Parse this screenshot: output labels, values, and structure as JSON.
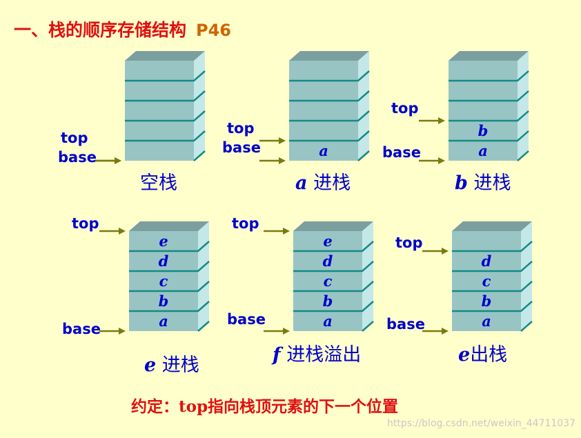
{
  "heading": {
    "text": "一、栈的顺序存储结构",
    "page_ref": "P46"
  },
  "note": "约定：top指向栈顶元素的下一个位置",
  "watermark": "https://blog.csdn.net/weixin_44711037",
  "pointer_labels": {
    "top": "top",
    "base": "base"
  },
  "colors": {
    "front": "#99c4c4",
    "top_face": "#7b9e9e",
    "side": "#c4e8e8",
    "divider": "#138a86",
    "arrow": "#7a7a10",
    "label": "#0000cc",
    "heading": "#e01010",
    "page_ref": "#cc6600",
    "background": "#ffffcc"
  },
  "stacks": [
    {
      "id": "empty",
      "caption": {
        "italic": "",
        "text": "空栈"
      },
      "cells": [
        "",
        "",
        "",
        "",
        ""
      ]
    },
    {
      "id": "push-a",
      "caption": {
        "italic": "a",
        "text": " 进栈"
      },
      "cells": [
        "a",
        "",
        "",
        "",
        ""
      ]
    },
    {
      "id": "push-b",
      "caption": {
        "italic": "b",
        "text": " 进栈"
      },
      "cells": [
        "a",
        "b",
        "",
        "",
        ""
      ]
    },
    {
      "id": "push-e",
      "caption": {
        "italic": "e",
        "text": " 进栈"
      },
      "cells": [
        "a",
        "b",
        "c",
        "d",
        "e"
      ]
    },
    {
      "id": "overflow",
      "caption": {
        "italic": "f",
        "text": " 进栈溢出"
      },
      "cells": [
        "a",
        "b",
        "c",
        "d",
        "e"
      ]
    },
    {
      "id": "pop-e",
      "caption": {
        "italic": "e",
        "text": "出栈"
      },
      "cells": [
        "a",
        "b",
        "c",
        "d",
        ""
      ]
    }
  ]
}
